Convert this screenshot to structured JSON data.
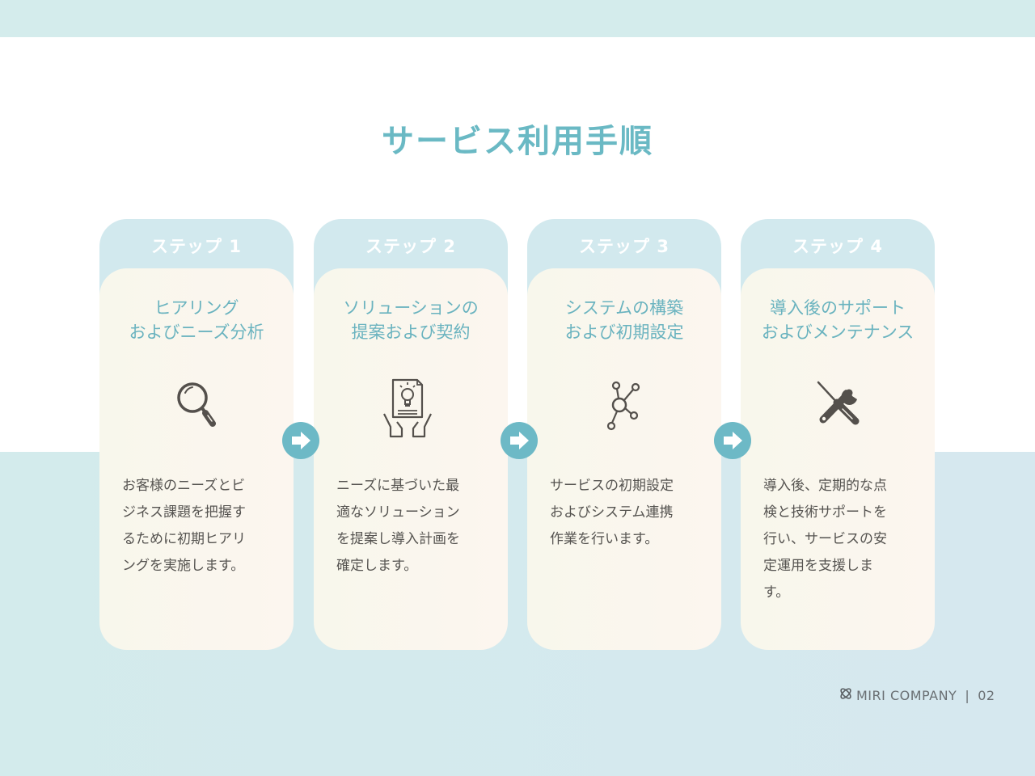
{
  "title": "サービス利用手順",
  "steps": [
    {
      "step_label": "ステップ 1",
      "title": "ヒアリング\nおよびニーズ分析",
      "icon": "magnifying-glass-icon",
      "description": "お客様のニーズとビ\nジネス課題を把握す\nるために初期ヒアリ\nングを実施します。"
    },
    {
      "step_label": "ステップ 2",
      "title": "ソリューションの\n提案および契約",
      "icon": "document-lightbulb-hands-icon",
      "description": "ニーズに基づいた最\n適なソリューション\nを提案し導入計画を\n確定します。"
    },
    {
      "step_label": "ステップ 3",
      "title": "システムの構築\nおよび初期設定",
      "icon": "network-nodes-icon",
      "description": "サービスの初期設定\nおよびシステム連携\n作業を行います。"
    },
    {
      "step_label": "ステップ 4",
      "title": "導入後のサポート\nおよびメンテナンス",
      "icon": "wrench-screwdriver-icon",
      "description": "導入後、定期的な点\n検と技術サポートを\n行い、サービスの安\n定運用を支援しま\nす。"
    }
  ],
  "arrows": [
    "arrow-right-icon",
    "arrow-right-icon",
    "arrow-right-icon"
  ],
  "footer": {
    "logo_icon": "miri-logo-icon",
    "company": "MIRI COMPANY",
    "separator": "|",
    "page_number": "02"
  },
  "colors": {
    "accent": "#6ab9c4",
    "band": "#d4ecec",
    "card_header": "#d2e9ee",
    "card_body": "#fbf7ee",
    "text": "#555350",
    "icon": "#54504c"
  }
}
